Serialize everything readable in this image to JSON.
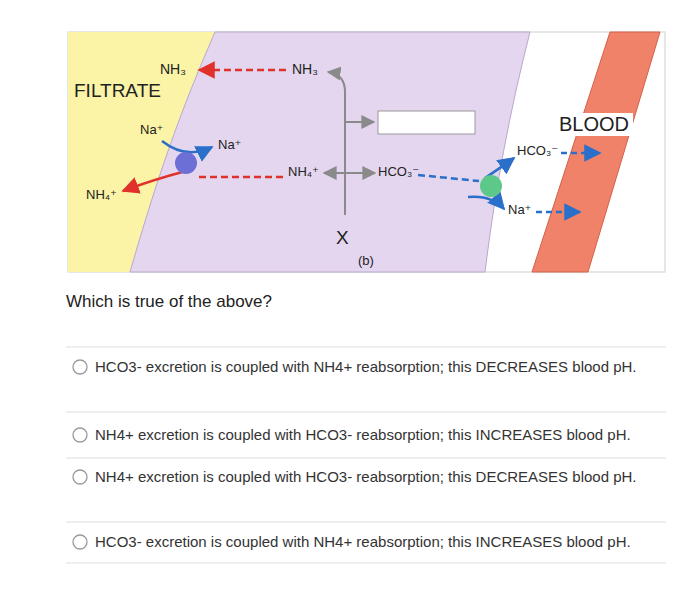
{
  "diagram": {
    "labels": [
      "NH₃",
      "FILTRATE",
      "NH₃",
      "Na⁺",
      "Na⁺",
      "NH₄⁺",
      "NH₄⁺",
      "HCO₃⁻",
      "HCO₃⁻",
      "BLOOD",
      "Na⁺",
      "X",
      "(b)",
      "Which is true of the above?",
      "HCO3- excretion is coupled with NH4+ reabsorption; this DECREASES blood pH.",
      "NH4+ excretion is coupled with HCO3- reabsorption; this INCREASES blood pH.",
      "NH4+ excretion is coupled with HCO3- reabsorption; this DECREASES blood pH.",
      "HCO3- excretion is coupled with NH4+ reabsorption; this INCREASES blood pH."
    ]
  }
}
